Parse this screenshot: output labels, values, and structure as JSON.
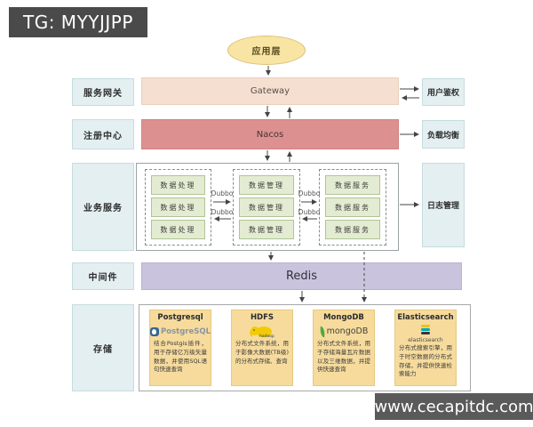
{
  "badge": {
    "text": "TG: MYYJJPP"
  },
  "watermark": {
    "text": "www.cecapitdc.com"
  },
  "app_layer": {
    "label": "应用层"
  },
  "gateway": {
    "left_label": "服务网关",
    "bar_label": "Gateway",
    "right_label": "用户鉴权"
  },
  "registry": {
    "left_label": "注册中心",
    "bar_label": "Nacos",
    "right_label": "负载均衡"
  },
  "business": {
    "left_label": "业务服务",
    "right_label": "日志管理",
    "dubbo_label": "Dubbo",
    "columns": [
      {
        "items": [
          "数据处理",
          "数据处理",
          "数据处理"
        ]
      },
      {
        "items": [
          "数据管理",
          "数据管理",
          "数据管理"
        ]
      },
      {
        "items": [
          "数据服务",
          "数据服务",
          "数据服务"
        ]
      }
    ]
  },
  "middleware": {
    "left_label": "中间件",
    "bar_label": "Redis"
  },
  "storage": {
    "left_label": "存储",
    "cards": [
      {
        "title": "Postgresql",
        "logo_text": "PostgreSQL",
        "desc": "结合Postgis插件，用于存储亿万级矢量数据，并使用SQL语句快速查询"
      },
      {
        "title": "HDFS",
        "logo_text": "hadoop",
        "desc": "分布式文件系统，用于影像大数据(TB级)的分布式存储、查询"
      },
      {
        "title": "MongoDB",
        "logo_text": "mongoDB",
        "desc": "分布式文件系统，用于存储海量瓦片数据以及三维数据，并提供快速查询"
      },
      {
        "title": "Elasticsearch",
        "logo_text": "elasticsearch",
        "desc": "分布式搜索引擎，用于时空数据的分布式存储，并提供快速检索能力"
      }
    ]
  },
  "colors": {
    "badge_bg": "#4a4a4a",
    "app_ellipse": "#f9e5a3",
    "label_box": "#e4eff1",
    "gateway_bar": "#f5dfd0",
    "nacos_bar": "#dc9090",
    "redis_bar": "#cac3dd",
    "service_box": "#e3ecd2",
    "storage_card": "#f6db9d",
    "arrow": "#444444"
  }
}
